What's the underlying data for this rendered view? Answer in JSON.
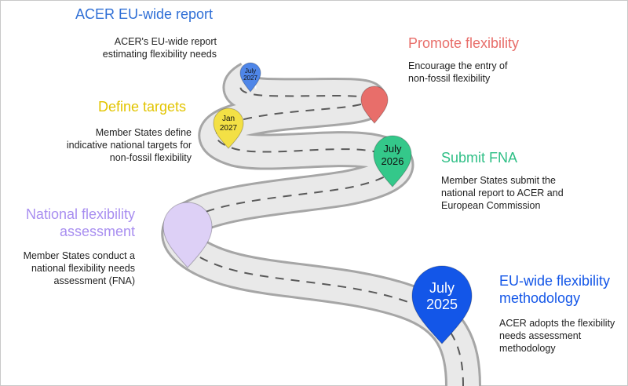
{
  "colors": {
    "road": "#e9e9e9",
    "road_edge": "#a6a6a6",
    "lane_dash": "#5a5a5a",
    "blue_light": "#4f86e8",
    "coral": "#e86e6a",
    "yellow": "#f3e045",
    "green": "#34c88a",
    "lavender": "#ddd0f6",
    "blue_dark": "#1356e8",
    "text_blue": "#2f6fd6",
    "text_coral": "#e86e6a",
    "text_yellow": "#e2c400",
    "text_green": "#2fbf86",
    "text_purple": "#a88ef0",
    "text_darkblue": "#1356e8"
  },
  "milestones": [
    {
      "title": "ACER EU-wide report",
      "description": "ACER's EU-wide report\nestimating flexibility needs",
      "pin_label": "July\n2027",
      "pin_color": "#4f86e8"
    },
    {
      "title": "Promote flexibility",
      "description": "Encourage the entry of\nnon-fossil flexibility",
      "pin_label": "",
      "pin_color": "#e86e6a"
    },
    {
      "title": "Define targets",
      "description": "Member States define\nindicative national targets for\nnon-fossil flexibility",
      "pin_label": "Jan\n2027",
      "pin_color": "#f3e045"
    },
    {
      "title": "Submit FNA",
      "description": "Member States submit the\nnational report to ACER and\nEuropean Commission",
      "pin_label": "July\n2026",
      "pin_color": "#34c88a"
    },
    {
      "title": "National flexibility\nassessment",
      "description": "Member States conduct a\nnational flexibility needs\nassessment (FNA)",
      "pin_label": "",
      "pin_color": "#ddd0f6"
    },
    {
      "title": "EU-wide flexibility\nmethodology",
      "description": "ACER adopts the flexibility\nneeds assessment\nmethodology",
      "pin_label": "July\n2025",
      "pin_color": "#1356e8"
    }
  ]
}
